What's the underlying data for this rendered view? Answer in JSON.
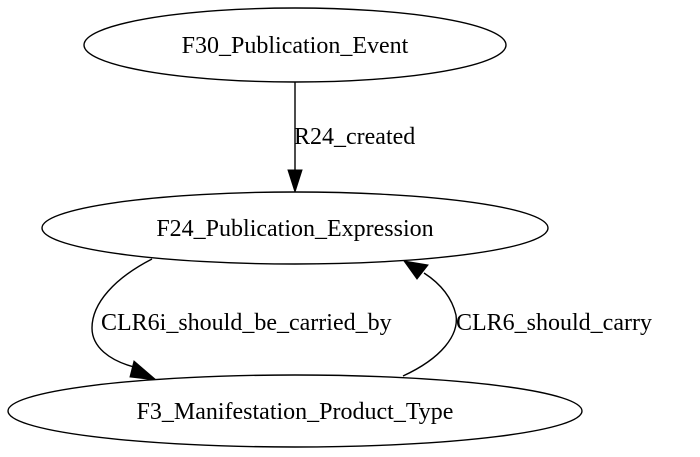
{
  "nodes": {
    "publication_event": "F30_Publication_Event",
    "publication_expression": "F24_Publication_Expression",
    "manifestation_product_type": "F3_Manifestation_Product_Type"
  },
  "edges": {
    "created": "R24_created",
    "should_be_carried_by": "CLR6i_should_be_carried_by",
    "should_carry": "CLR6_should_carry"
  },
  "colors": {
    "stroke": "#000000",
    "background": "#ffffff"
  }
}
